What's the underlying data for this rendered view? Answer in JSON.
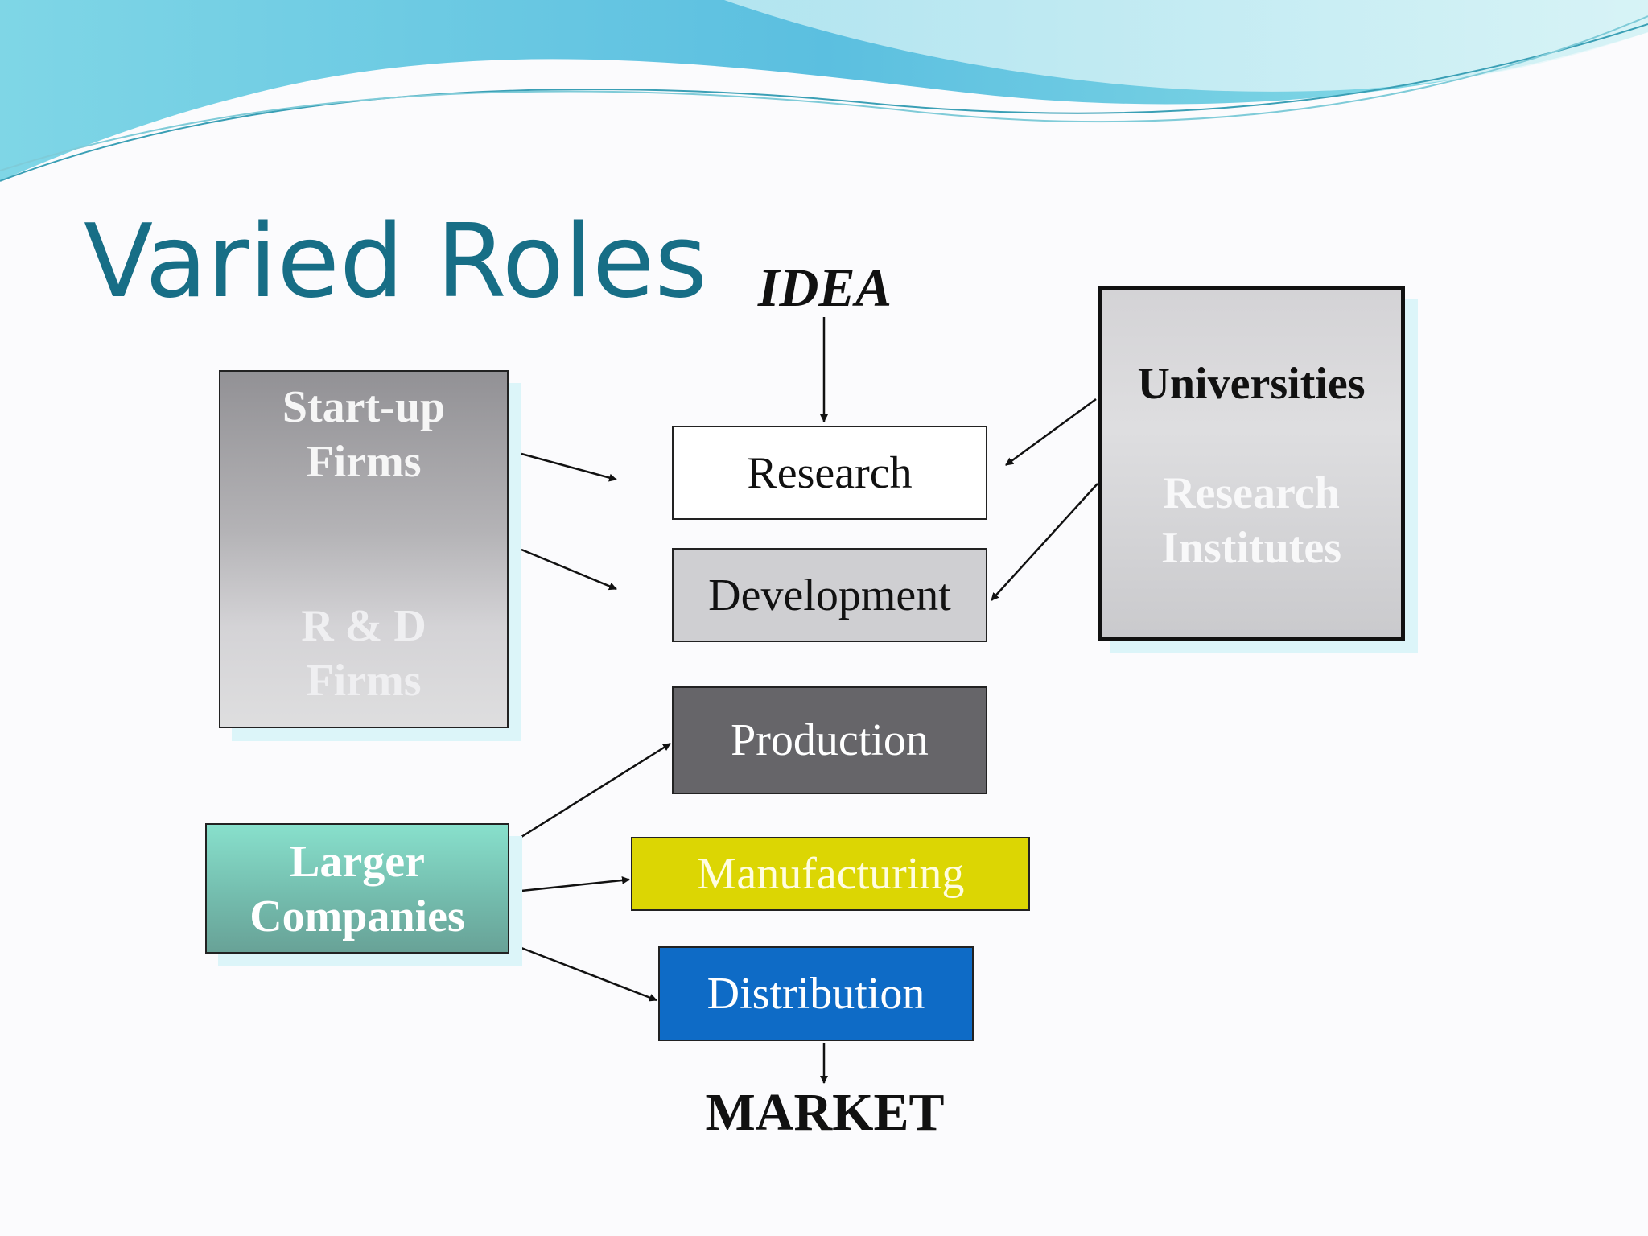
{
  "slide": {
    "title": "Varied Roles"
  },
  "diagram": {
    "start_label": "IDEA",
    "end_label": "MARKET",
    "stages": [
      {
        "id": "research",
        "label": "Research"
      },
      {
        "id": "development",
        "label": "Development"
      },
      {
        "id": "production",
        "label": "Production"
      },
      {
        "id": "manufacturing",
        "label": "Manufacturing"
      },
      {
        "id": "distribution",
        "label": "Distribution"
      }
    ],
    "actors": {
      "startup_firms": {
        "line1": "Start-up",
        "line2": "Firms"
      },
      "rd_firms": {
        "line1": "R & D",
        "line2": "Firms"
      },
      "larger_companies": {
        "line1": "Larger",
        "line2": "Companies"
      },
      "universities": {
        "line1": "Universities"
      },
      "research_institutes": {
        "line1": "Research",
        "line2": "Institutes"
      }
    }
  },
  "colors": {
    "title": "#176e86",
    "research": "#ffffff",
    "development": "#cfcfd2",
    "production": "#666569",
    "manufacturing": "#dcd603",
    "distribution": "#0e6bc6",
    "larger_companies": "#74bdae",
    "header_wave": "#6fcfe0"
  }
}
